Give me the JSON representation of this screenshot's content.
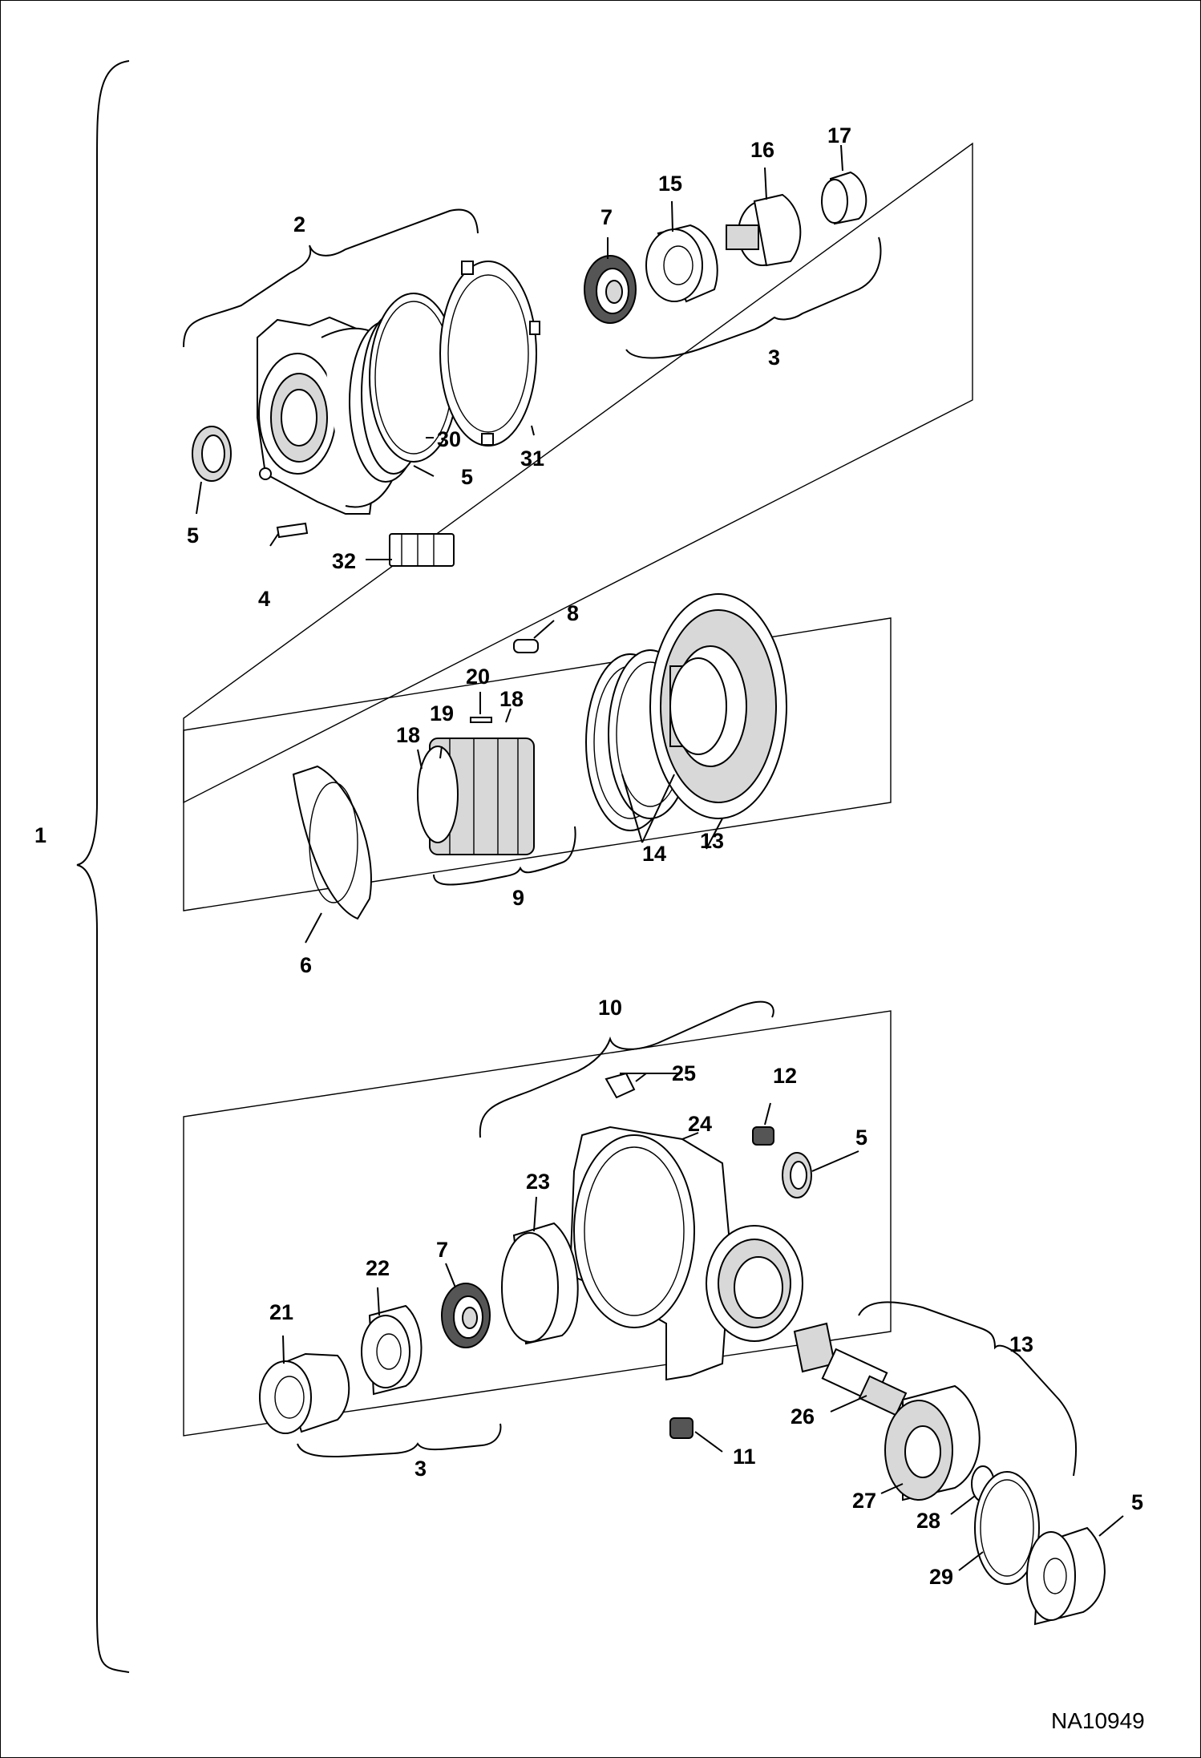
{
  "diagram": {
    "reference_code": "NA10949",
    "callouts": {
      "c1": "1",
      "c2": "2",
      "c3_top": "3",
      "c4": "4",
      "c5_a": "5",
      "c5_b": "5",
      "c7_top": "7",
      "c15": "15",
      "c16": "16",
      "c17": "17",
      "c30": "30",
      "c31": "31",
      "c32": "32",
      "c8": "8",
      "c20": "20",
      "c19": "19",
      "c18_a": "18",
      "c18_b": "18",
      "c14": "14",
      "c13_mid": "13",
      "c9": "9",
      "c6": "6",
      "c10": "10",
      "c25": "25",
      "c12": "12",
      "c24": "24",
      "c5_c": "5",
      "c23": "23",
      "c7_bot": "7",
      "c22": "22",
      "c21": "21",
      "c3_bot": "3",
      "c11": "11",
      "c13_bot": "13",
      "c26": "26",
      "c27": "27",
      "c28": "28",
      "c29": "29",
      "c5_d": "5"
    }
  }
}
